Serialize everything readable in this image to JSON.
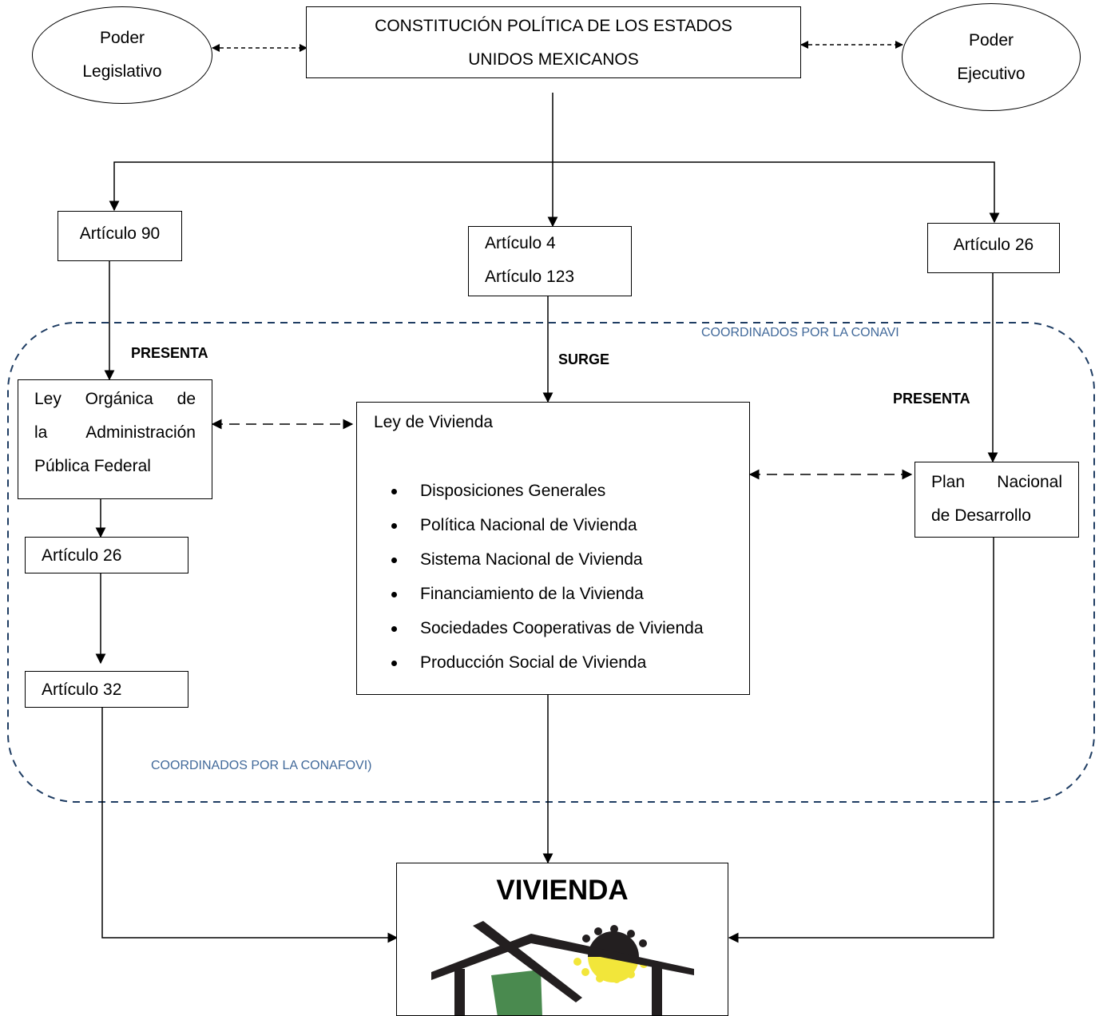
{
  "constitution": {
    "line1": "CONSTITUCIÓN POLÍTICA DE LOS ESTADOS",
    "line2": "UNIDOS MEXICANOS"
  },
  "legislative": {
    "line1": "Poder",
    "line2": "Legislativo"
  },
  "executive": {
    "line1": "Poder",
    "line2": "Ejecutivo"
  },
  "article90": "Artículo 90",
  "articles_center": {
    "line1": "Artículo 4",
    "line2": "Artículo 123"
  },
  "article26_right": "Artículo 26",
  "labels": {
    "presenta_left": "PRESENTA",
    "surge": "SURGE",
    "presenta_right": "PRESENTA",
    "conavi": "COORDINADOS POR LA CONAVI",
    "conafovi": "COORDINADOS POR LA CONAFOVI)"
  },
  "ley_organica": {
    "line1": [
      "Ley",
      "Orgánica",
      "de"
    ],
    "line2": [
      "la",
      "Administración"
    ],
    "line3": "Pública Federal"
  },
  "article26_left": "Artículo 26",
  "article32": "Artículo 32",
  "ley_vivienda": {
    "title": "Ley de Vivienda",
    "items": [
      "Disposiciones Generales",
      "Política Nacional de Vivienda",
      "Sistema Nacional de Vivienda",
      "Financiamiento de la Vivienda",
      "Sociedades Cooperativas de Vivienda",
      "Producción Social de Vivienda"
    ]
  },
  "plan_nacional": {
    "line1": [
      "Plan",
      "Nacional"
    ],
    "line2": "de Desarrollo"
  },
  "vivienda": {
    "title": "VIVIENDA",
    "logo_colors": {
      "house": "#231f20",
      "sun": "#f2e63a",
      "door": "#4a8a4f"
    }
  },
  "colors": {
    "dashed_region": "#1f3d63",
    "annotation_text": "#41699a"
  }
}
